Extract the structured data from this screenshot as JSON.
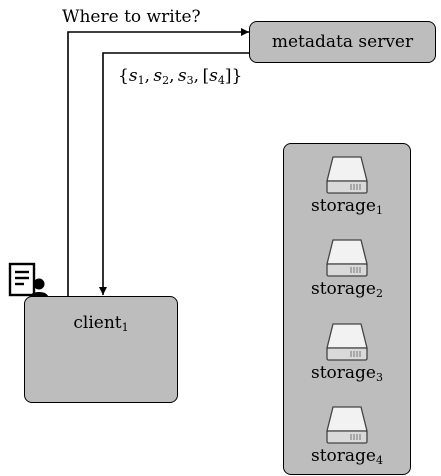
{
  "diagram": {
    "query_label": "Where to write?",
    "metadata_server_label": "metadata server",
    "response_label": "{s1, s2, s3, [s4]}",
    "client": {
      "base": "client",
      "sub": "1"
    },
    "storage_nodes": [
      {
        "base": "storage",
        "sub": "1"
      },
      {
        "base": "storage",
        "sub": "2"
      },
      {
        "base": "storage",
        "sub": "3"
      },
      {
        "base": "storage",
        "sub": "4"
      }
    ],
    "colors": {
      "box_fill": "#bdbdbd",
      "line": "#000000"
    },
    "icons": {
      "client": "user-document-icon",
      "storage": "hard-drive-icon"
    }
  }
}
